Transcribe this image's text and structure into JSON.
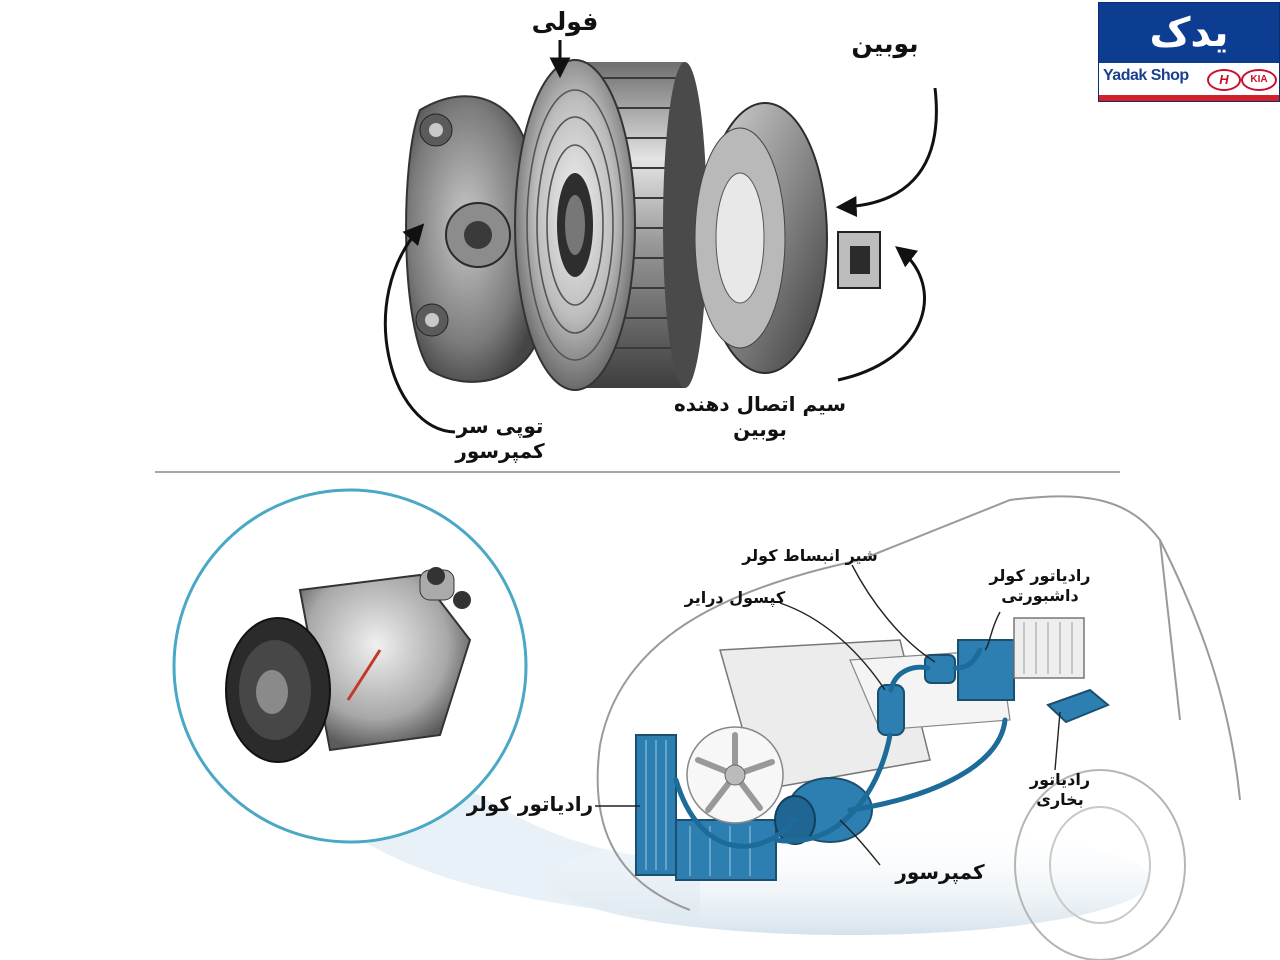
{
  "labels": {
    "pulley": "فولی",
    "coil": "بوبین",
    "hub_line1": "توپی سر",
    "hub_line2": "کمپرسور",
    "wire_line1": "سیم اتصال دهنده",
    "wire_line2": "بوبین",
    "expansion_valve": "شیر انبساط کولر",
    "dryer": "کپسول درایر",
    "evaporator_line1": "رادیاتور کولر",
    "evaporator_line2": "داشبورتی",
    "condenser": "رادیاتور کولر",
    "heater_line1": "رادیاتور",
    "heater_line2": "بخاری",
    "compressor": "کمپرسور"
  },
  "logo": {
    "text_fa": "یدک شاپ",
    "text_en": "Yadak Shop",
    "brand_hyundai": "H",
    "brand_kia": "KIA"
  },
  "colors": {
    "ac_component": "#2c7fb0",
    "ac_pipe": "#1d6b99",
    "lens_ring": "#4aa8c6",
    "metal_dark": "#2b2b2b",
    "metal_light": "#cfcfcf"
  },
  "icons": {
    "hyundai": "hyundai-logo-icon",
    "kia": "kia-logo-icon"
  }
}
